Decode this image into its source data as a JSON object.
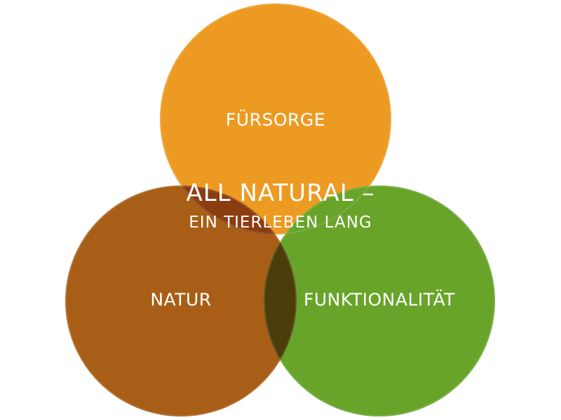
{
  "diagram": {
    "title": {
      "line1": "ALL NATURAL –",
      "line2": "EIN TIERLEBEN LANG"
    },
    "circles": [
      {
        "id": "fuersorge",
        "label": "FÜRSORGE",
        "color": "#ED9A22"
      },
      {
        "id": "natur",
        "label": "NATUR",
        "color": "#A85E16"
      },
      {
        "id": "funktionalitaet",
        "label": "FUNKTIONALITÄT",
        "color": "#68A42A"
      }
    ],
    "overlap_colors": {
      "fuersorge_natur": "#8A3D10",
      "natur_funktionalitaet": "#4A3D0A",
      "all_three": "#6A2E08"
    }
  }
}
